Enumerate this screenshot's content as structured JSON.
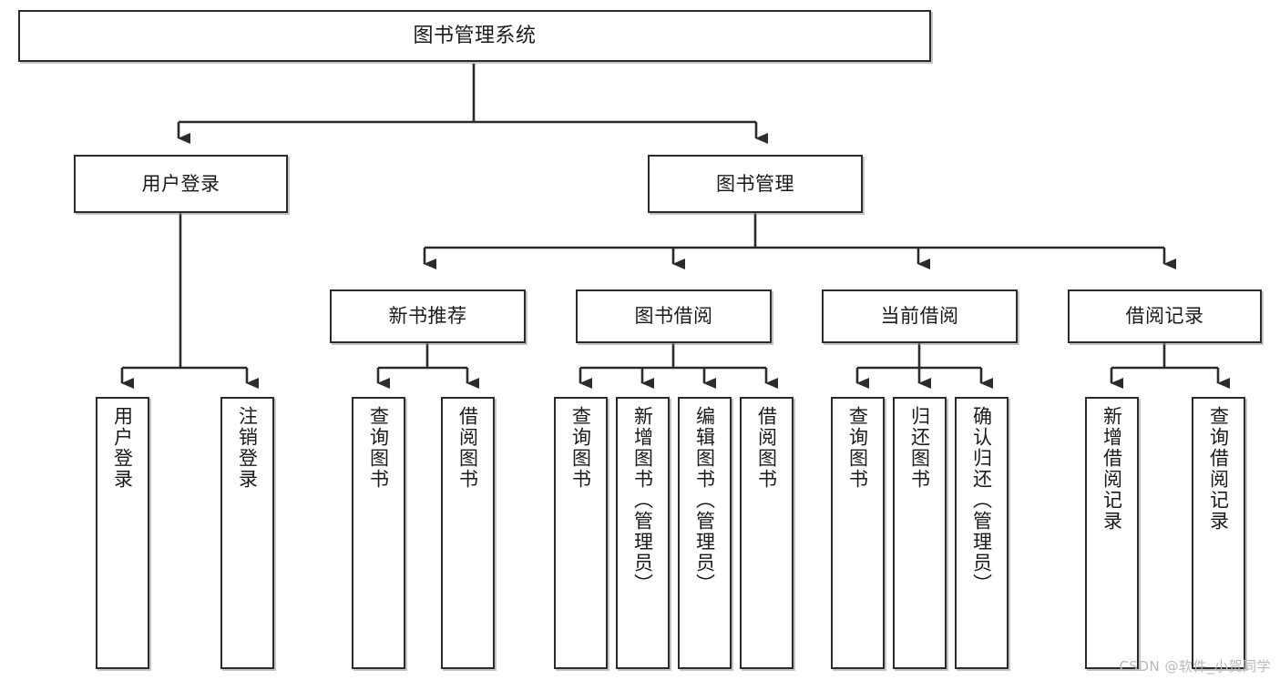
{
  "diagram": {
    "title": "图书管理系统",
    "type": "tree",
    "watermark": "CSDN @软件_小贺同学",
    "colors": {
      "box_border": "#2b2b2b",
      "box_fill": "#ffffff",
      "connector": "#2b2b2b",
      "watermark": "#b9b9b9",
      "background": "#ffffff"
    },
    "nodes": {
      "root": {
        "label": "图书管理系统"
      },
      "level2": [
        {
          "id": "user-login",
          "label": "用户登录"
        },
        {
          "id": "book-management",
          "label": "图书管理"
        }
      ],
      "level3": [
        {
          "id": "new-book-recommend",
          "label": "新书推荐"
        },
        {
          "id": "book-borrow",
          "label": "图书借阅"
        },
        {
          "id": "current-borrow",
          "label": "当前借阅"
        },
        {
          "id": "borrow-record",
          "label": "借阅记录"
        }
      ],
      "leaves": {
        "user_login": [
          {
            "id": "leaf-user-login",
            "label": "用户登录"
          },
          {
            "id": "leaf-logout-login",
            "label": "注销登录"
          }
        ],
        "new_book_recommend": [
          {
            "id": "leaf-query-book-1",
            "label": "查询图书"
          },
          {
            "id": "leaf-borrow-book-1",
            "label": "借阅图书"
          }
        ],
        "book_borrow": [
          {
            "id": "leaf-query-book-2",
            "label": "查询图书"
          },
          {
            "id": "leaf-add-book",
            "label": "新增图书（管理员）"
          },
          {
            "id": "leaf-edit-book",
            "label": "编辑图书（管理员）"
          },
          {
            "id": "leaf-borrow-book-2",
            "label": "借阅图书"
          }
        ],
        "current_borrow": [
          {
            "id": "leaf-query-book-3",
            "label": "查询图书"
          },
          {
            "id": "leaf-return-book",
            "label": "归还图书"
          },
          {
            "id": "leaf-confirm-return",
            "label": "确认归还（管理员）"
          }
        ],
        "borrow_record": [
          {
            "id": "leaf-add-record",
            "label": "新增借阅记录"
          },
          {
            "id": "leaf-query-record",
            "label": "查询借阅记录"
          }
        ]
      }
    }
  }
}
